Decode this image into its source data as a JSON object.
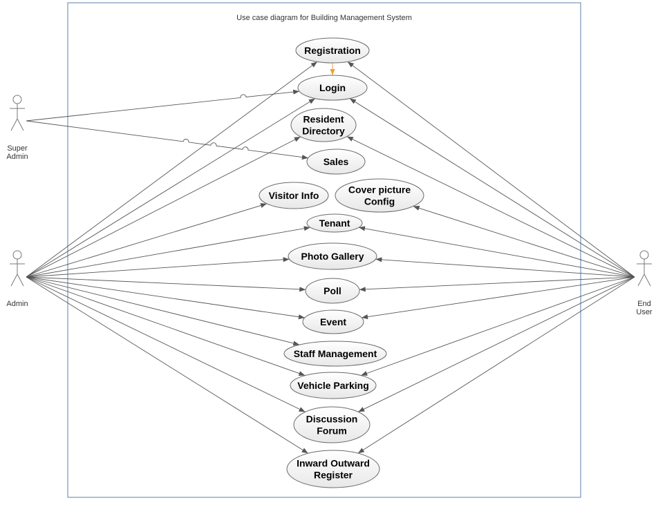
{
  "title": "Use case diagram for Building Management System",
  "actors": [
    {
      "id": "super_admin",
      "lines": [
        "Super",
        "Admin"
      ]
    },
    {
      "id": "admin",
      "lines": [
        "Admin"
      ]
    },
    {
      "id": "end_user",
      "lines": [
        "End",
        "User"
      ]
    }
  ],
  "use_cases": [
    {
      "id": "registration",
      "lines": [
        "Registration"
      ]
    },
    {
      "id": "login",
      "lines": [
        "Login"
      ]
    },
    {
      "id": "resident_directory",
      "lines": [
        "Resident",
        "Directory"
      ]
    },
    {
      "id": "sales",
      "lines": [
        "Sales"
      ]
    },
    {
      "id": "visitor_info",
      "lines": [
        "Visitor Info"
      ]
    },
    {
      "id": "cover_picture_config",
      "lines": [
        "Cover picture",
        "Config"
      ]
    },
    {
      "id": "tenant",
      "lines": [
        "Tenant"
      ]
    },
    {
      "id": "photo_gallery",
      "lines": [
        "Photo Gallery"
      ]
    },
    {
      "id": "poll",
      "lines": [
        "Poll"
      ]
    },
    {
      "id": "event",
      "lines": [
        "Event"
      ]
    },
    {
      "id": "staff_management",
      "lines": [
        "Staff Management"
      ]
    },
    {
      "id": "vehicle_parking",
      "lines": [
        "Vehicle Parking"
      ]
    },
    {
      "id": "discussion_forum",
      "lines": [
        "Discussion",
        "Forum"
      ]
    },
    {
      "id": "inward_outward_register",
      "lines": [
        "Inward Outward",
        "Register"
      ]
    }
  ],
  "associations": [
    {
      "from": "super_admin",
      "to": "login"
    },
    {
      "from": "super_admin",
      "to": "sales"
    },
    {
      "from": "admin",
      "to": "registration"
    },
    {
      "from": "admin",
      "to": "login"
    },
    {
      "from": "admin",
      "to": "resident_directory"
    },
    {
      "from": "admin",
      "to": "visitor_info"
    },
    {
      "from": "admin",
      "to": "tenant"
    },
    {
      "from": "admin",
      "to": "photo_gallery"
    },
    {
      "from": "admin",
      "to": "poll"
    },
    {
      "from": "admin",
      "to": "event"
    },
    {
      "from": "admin",
      "to": "staff_management"
    },
    {
      "from": "admin",
      "to": "vehicle_parking"
    },
    {
      "from": "admin",
      "to": "discussion_forum"
    },
    {
      "from": "admin",
      "to": "inward_outward_register"
    },
    {
      "from": "end_user",
      "to": "registration"
    },
    {
      "from": "end_user",
      "to": "login"
    },
    {
      "from": "end_user",
      "to": "resident_directory"
    },
    {
      "from": "end_user",
      "to": "cover_picture_config"
    },
    {
      "from": "end_user",
      "to": "tenant"
    },
    {
      "from": "end_user",
      "to": "photo_gallery"
    },
    {
      "from": "end_user",
      "to": "poll"
    },
    {
      "from": "end_user",
      "to": "event"
    },
    {
      "from": "end_user",
      "to": "vehicle_parking"
    },
    {
      "from": "end_user",
      "to": "discussion_forum"
    },
    {
      "from": "end_user",
      "to": "inward_outward_register"
    }
  ],
  "dependencies": [
    {
      "from": "registration",
      "to": "login"
    }
  ],
  "colors": {
    "boundary": "#5b7fa8",
    "line": "#555555",
    "actor": "#777777",
    "ellipse_stroke": "#6a6a6a",
    "ellipse_fill_top": "#ffffff",
    "ellipse_fill_bottom": "#e8e8e8",
    "dependency": "#f0a030"
  }
}
